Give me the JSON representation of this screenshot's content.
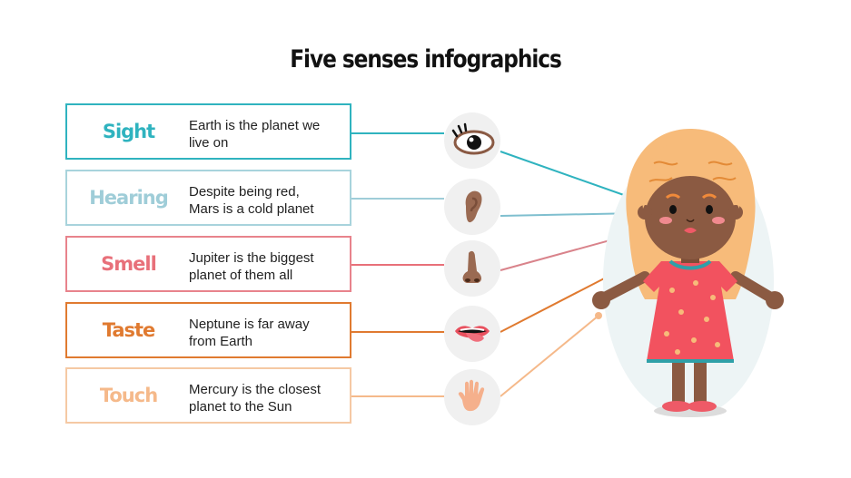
{
  "title": "Five senses infographics",
  "colors": {
    "sight": "#2fb3bf",
    "hearing": "#9fcdd8",
    "smell": "#e8707a",
    "taste": "#e07a30",
    "touch": "#f5b98a"
  },
  "senses": [
    {
      "label": "Sight",
      "description": "Earth is the planet we live on",
      "line1": "Earth is the planet we",
      "line2": "live on",
      "icon": "eye-icon"
    },
    {
      "label": "Hearing",
      "description": "Despite being red, Mars is a cold planet",
      "line1": "Despite being red,",
      "line2": "Mars is a cold planet",
      "icon": "ear-icon"
    },
    {
      "label": "Smell",
      "description": "Jupiter is the biggest planet of them all",
      "line1": "Jupiter is the biggest",
      "line2": "planet of them all",
      "icon": "nose-icon"
    },
    {
      "label": "Taste",
      "description": "Neptune is far away from Earth",
      "line1": "Neptune is far away",
      "line2": "from Earth",
      "icon": "mouth-icon"
    },
    {
      "label": "Touch",
      "description": "Mercury is the closest planet to the Sun",
      "line1": "Mercury is the closest",
      "line2": "planet to the Sun",
      "icon": "hand-icon"
    }
  ]
}
